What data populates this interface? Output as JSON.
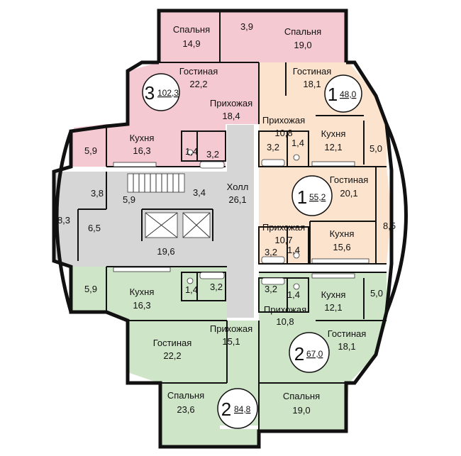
{
  "rooms": {
    "a3_bed_left": {
      "name": "Спальня",
      "area": "14,9"
    },
    "a3_small": {
      "area": "3,9"
    },
    "a3_bed_right": {
      "name": "Спальня",
      "area": "19,0"
    },
    "a3_living": {
      "name": "Гостиная",
      "area": "22,2"
    },
    "a3_hall": {
      "name": "Прихожая",
      "area": "18,4"
    },
    "a3_kitchen": {
      "name": "Кухня",
      "area": "16,3"
    },
    "a3_balcony": {
      "area": "5,9"
    },
    "a3_bath1": {
      "area": "1,4"
    },
    "a3_bath2": {
      "area": "3,2"
    },
    "a1t_living": {
      "name": "Гостиная",
      "area": "18,1"
    },
    "a1t_hall": {
      "name": "Прихожая",
      "area": "10,8"
    },
    "a1t_kitchen": {
      "name": "Кухня",
      "area": "12,1"
    },
    "a1t_balcony": {
      "area": "5,0"
    },
    "a1t_bath1": {
      "area": "3,2"
    },
    "a1t_bath2": {
      "area": "1,4"
    },
    "a1m_living": {
      "name": "Гостиная",
      "area": "20,1"
    },
    "a1m_hall": {
      "name": "Прихожая",
      "area": "10,7"
    },
    "a1m_kitchen": {
      "name": "Кухня",
      "area": "15,6"
    },
    "a1m_balcony": {
      "area": "8,5"
    },
    "a1m_bath1": {
      "area": "3,2"
    },
    "a1m_bath2": {
      "area": "1,4"
    },
    "core_hall": {
      "name": "Холл",
      "area": "26,1"
    },
    "core_stair": {
      "area": "3,4"
    },
    "core_38": {
      "area": "3,8"
    },
    "core_59": {
      "area": "5,9"
    },
    "core_83": {
      "area": "8,3"
    },
    "core_65": {
      "area": "6,5"
    },
    "core_196": {
      "area": "19,6"
    },
    "a2l_kitchen": {
      "name": "Кухня",
      "area": "16,3"
    },
    "a2l_balcony": {
      "area": "5,9"
    },
    "a2l_bath1": {
      "area": "1,4"
    },
    "a2l_bath2": {
      "area": "3,2"
    },
    "a2l_living": {
      "name": "Гостиная",
      "area": "22,2"
    },
    "a2l_hall": {
      "name": "Прихожая",
      "area": "15,1"
    },
    "a2l_bed_left": {
      "name": "Спальня",
      "area": "23,6"
    },
    "a2l_bed_right": {
      "name": "Спальня",
      "area": "19,0"
    },
    "a1b_bath1": {
      "area": "3,2"
    },
    "a1b_bath2": {
      "area": "1,4"
    },
    "a1b_hall": {
      "name": "Прихожая",
      "area": "10,8"
    },
    "a1b_kitchen": {
      "name": "Кухня",
      "area": "12,1"
    },
    "a1b_balcony": {
      "area": "5,0"
    },
    "a1b_living": {
      "name": "Гостиная",
      "area": "18,1"
    }
  },
  "badges": {
    "apt3": {
      "rooms": "3",
      "total": "102,3"
    },
    "apt1_top": {
      "rooms": "1",
      "total": "48,0"
    },
    "apt1_mid": {
      "rooms": "1",
      "total": "55,2"
    },
    "apt2_right": {
      "rooms": "2",
      "total": "67,0"
    },
    "apt2_left": {
      "rooms": "2",
      "total": "84,8"
    }
  },
  "colors": {
    "apt3": "#f5c9d2",
    "apt1": "#fbe3cd",
    "apt2": "#cfe5c8",
    "core": "#d6d6d6"
  }
}
